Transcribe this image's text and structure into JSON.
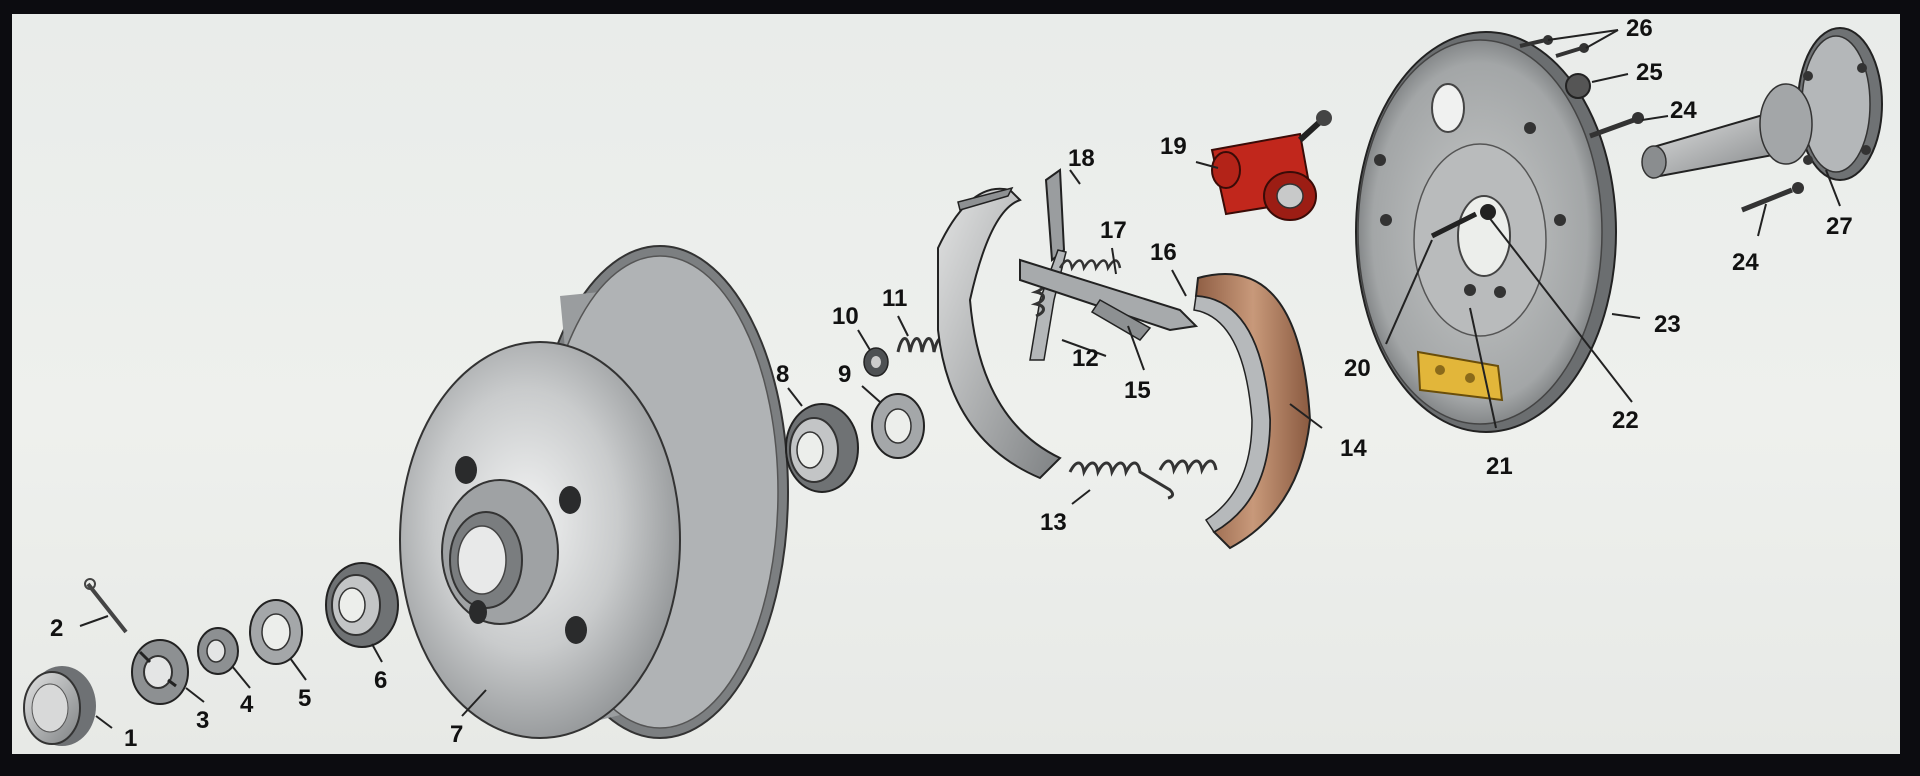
{
  "diagram": {
    "callouts": [
      "1",
      "2",
      "3",
      "4",
      "5",
      "6",
      "7",
      "8",
      "9",
      "10",
      "11",
      "12",
      "13",
      "14",
      "15",
      "16",
      "17",
      "18",
      "19",
      "20",
      "21",
      "22",
      "23",
      "24",
      "24",
      "25",
      "26",
      "27"
    ]
  },
  "colors": {
    "panel": "#eceeeb",
    "metal": "#b9bcbe",
    "metal_dark": "#6e7174",
    "shoe_lining": "#b07d5e",
    "wheel_cylinder": "#c1271c",
    "adjuster_block": "#e2b63a"
  }
}
